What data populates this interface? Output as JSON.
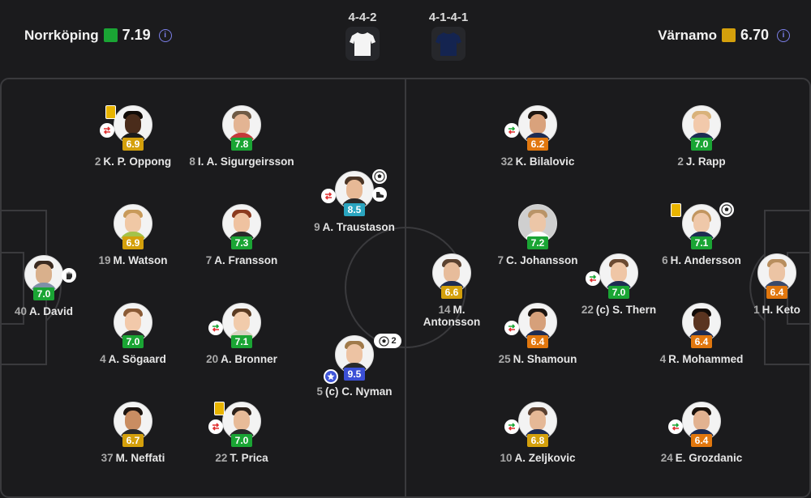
{
  "colors": {
    "green": "#1aa534",
    "yellow": "#d4a00c",
    "orange": "#e1770e",
    "blue": "#2aa5c0",
    "top": "#3b4fd6",
    "pitch_line": "#3a3a3d",
    "yellow_card": "#e8b400"
  },
  "home": {
    "name": "Norrköping",
    "rating": "7.19",
    "formation": "4-4-2",
    "shirt": "white-shirt-icon"
  },
  "away": {
    "name": "Värnamo",
    "rating": "6.70",
    "formation": "4-1-4-1",
    "shirt": "navy-shirt-icon"
  },
  "home_players": [
    {
      "num": "40",
      "name": "A. David",
      "rating": "7.0",
      "band": "green"
    },
    {
      "num": "2",
      "name": "K. P. Oppong",
      "rating": "6.9",
      "band": "yellow"
    },
    {
      "num": "19",
      "name": "M. Watson",
      "rating": "6.9",
      "band": "yellow"
    },
    {
      "num": "4",
      "name": "A. Sögaard",
      "rating": "7.0",
      "band": "green"
    },
    {
      "num": "37",
      "name": "M. Neffati",
      "rating": "6.7",
      "band": "yellow"
    },
    {
      "num": "8",
      "name": "I. A. Sigurgeirsson",
      "rating": "7.8",
      "band": "green"
    },
    {
      "num": "7",
      "name": "A. Fransson",
      "rating": "7.3",
      "band": "green"
    },
    {
      "num": "20",
      "name": "A. Bronner",
      "rating": "7.1",
      "band": "green"
    },
    {
      "num": "22",
      "name": "T. Prica",
      "rating": "7.0",
      "band": "green"
    },
    {
      "num": "9",
      "name": "A. Traustason",
      "rating": "8.5",
      "band": "blue"
    },
    {
      "num": "5",
      "name": "(c) C. Nyman",
      "rating": "9.5",
      "band": "top",
      "goals": "2"
    }
  ],
  "away_players": [
    {
      "num": "14",
      "name": "M. Antonsson",
      "rating": "6.6",
      "band": "yellow"
    },
    {
      "num": "32",
      "name": "K. Bilalovic",
      "rating": "6.2",
      "band": "orange"
    },
    {
      "num": "7",
      "name": "C. Johansson",
      "rating": "7.2",
      "band": "green"
    },
    {
      "num": "25",
      "name": "N. Shamoun",
      "rating": "6.4",
      "band": "orange"
    },
    {
      "num": "10",
      "name": "A. Zeljkovic",
      "rating": "6.8",
      "band": "yellow"
    },
    {
      "num": "22",
      "name": "(c) S. Thern",
      "rating": "7.0",
      "band": "green"
    },
    {
      "num": "2",
      "name": "J. Rapp",
      "rating": "7.0",
      "band": "green"
    },
    {
      "num": "6",
      "name": "H. Andersson",
      "rating": "7.1",
      "band": "green"
    },
    {
      "num": "4",
      "name": "R. Mohammed",
      "rating": "6.4",
      "band": "orange"
    },
    {
      "num": "24",
      "name": "E. Grozdanic",
      "rating": "6.4",
      "band": "orange"
    },
    {
      "num": "1",
      "name": "H. Keto",
      "rating": "6.4",
      "band": "orange"
    }
  ]
}
